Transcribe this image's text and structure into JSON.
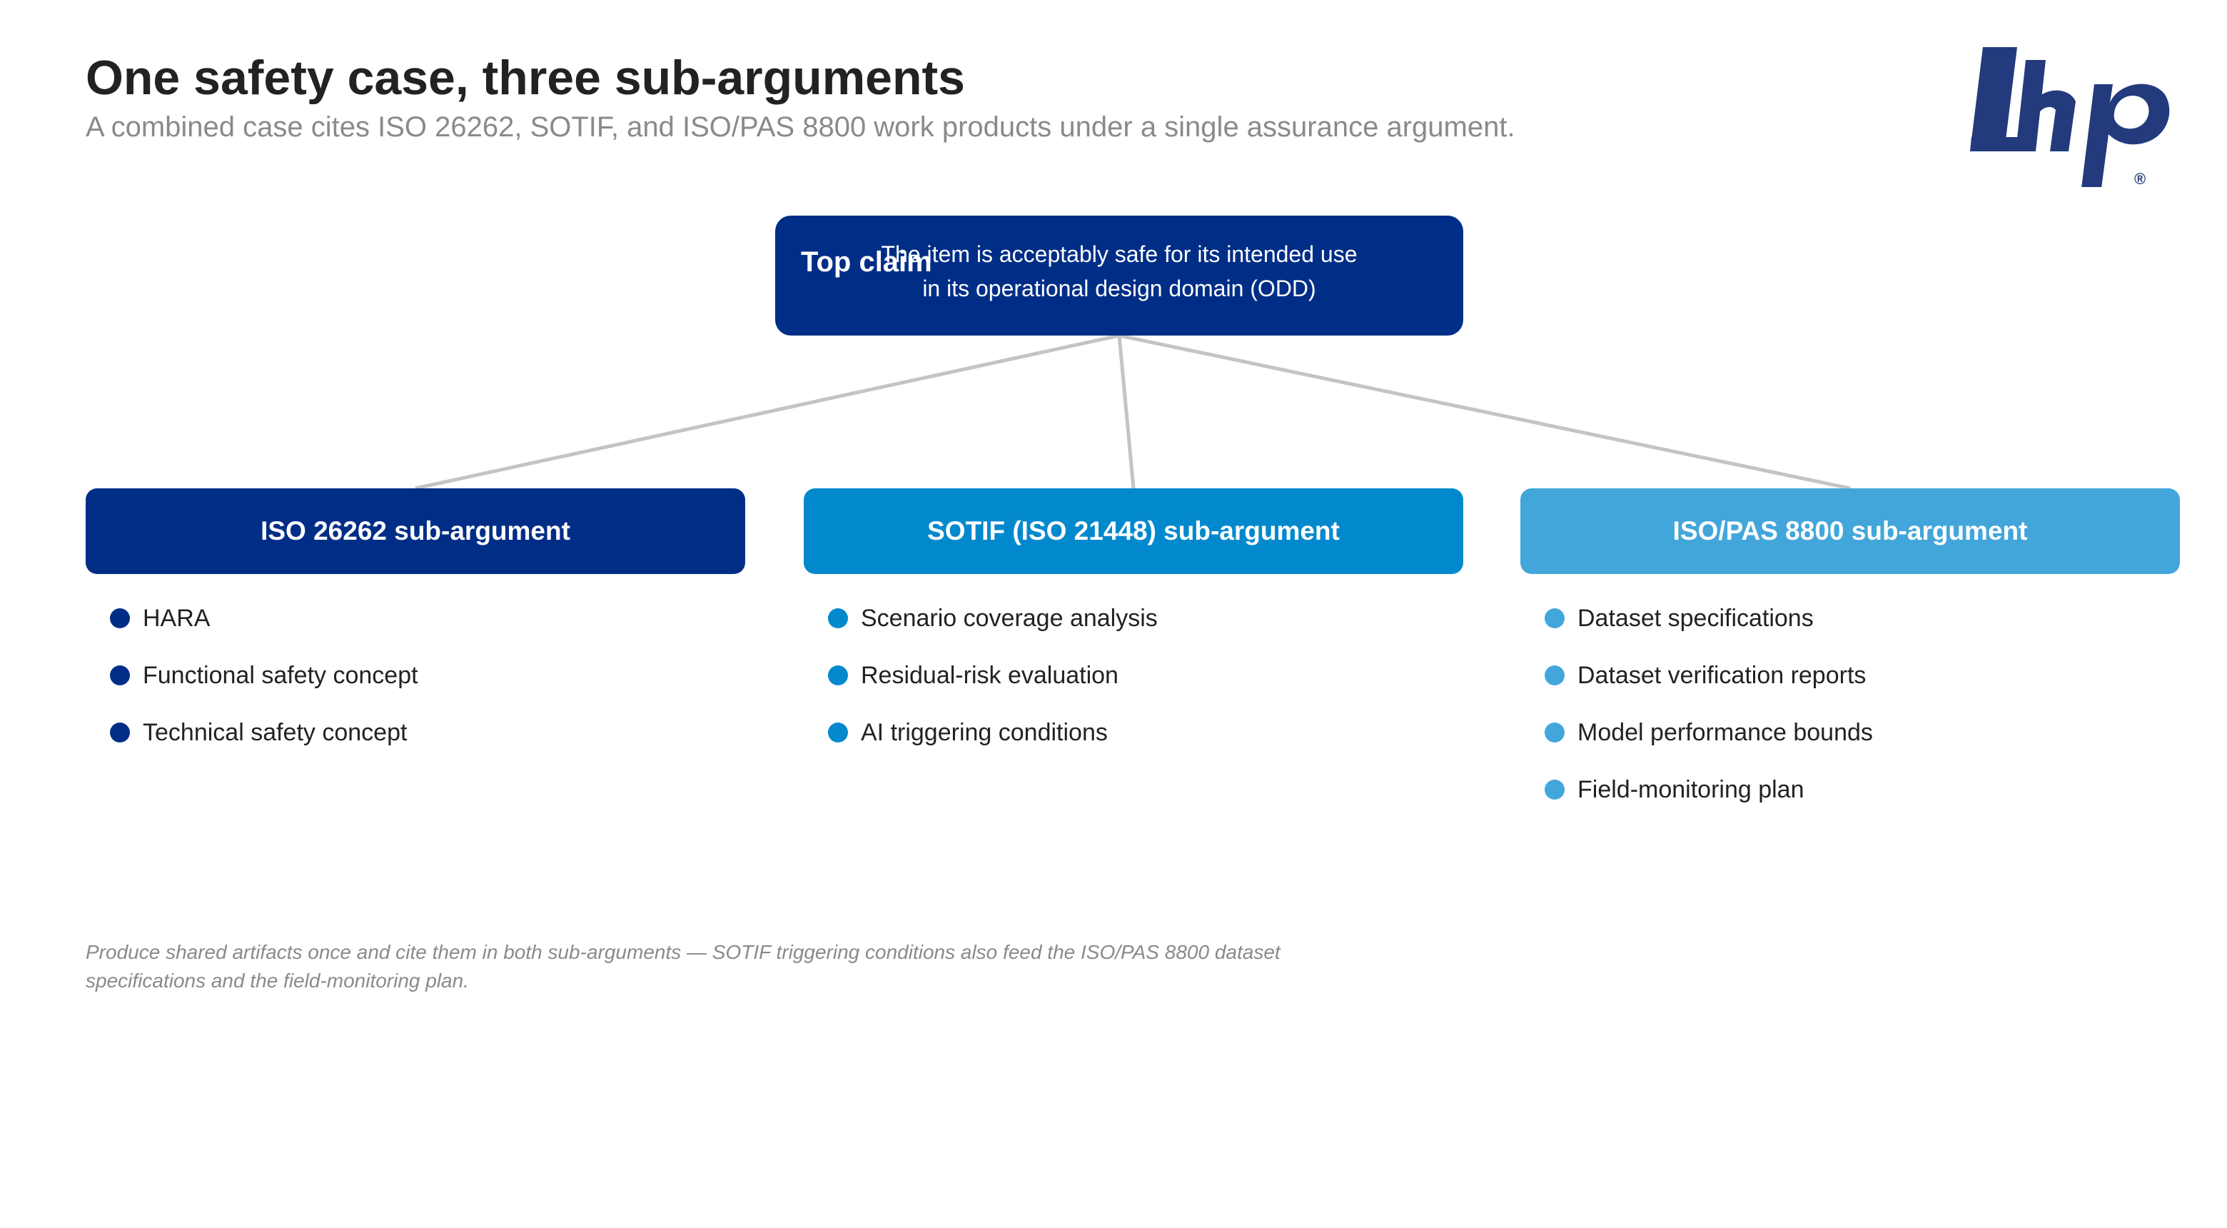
{
  "title": "One safety case, three sub-arguments",
  "subtitle": "A combined case cites ISO 26262, SOTIF, and ISO/PAS 8800 work products under a single assurance argument.",
  "logo": {
    "text": "Lhp",
    "registered_mark": "®",
    "color": "#233a7d"
  },
  "connector_color": "#c4c4c4",
  "top_claim": {
    "label": "Top claim",
    "text_line1": "The item is acceptably safe for its intended use",
    "text_line2": "in its operational design domain (ODD)",
    "color": "#002e87"
  },
  "sub_arguments": [
    {
      "title": "ISO 26262 sub-argument",
      "color": "#002e87",
      "items": [
        "HARA",
        "Functional safety concept",
        "Technical safety concept"
      ]
    },
    {
      "title": "SOTIF (ISO 21448) sub-argument",
      "color": "#0289cd",
      "items": [
        "Scenario coverage analysis",
        "Residual-risk evaluation",
        "AI triggering conditions"
      ]
    },
    {
      "title": "ISO/PAS 8800 sub-argument",
      "color": "#42a6db",
      "items": [
        "Dataset specifications",
        "Dataset verification reports",
        "Model performance bounds",
        "Field-monitoring plan"
      ]
    }
  ],
  "footnote": "Produce shared artifacts once and cite them in both sub-arguments — SOTIF triggering conditions also feed the ISO/PAS 8800 dataset specifications and the field-monitoring plan."
}
